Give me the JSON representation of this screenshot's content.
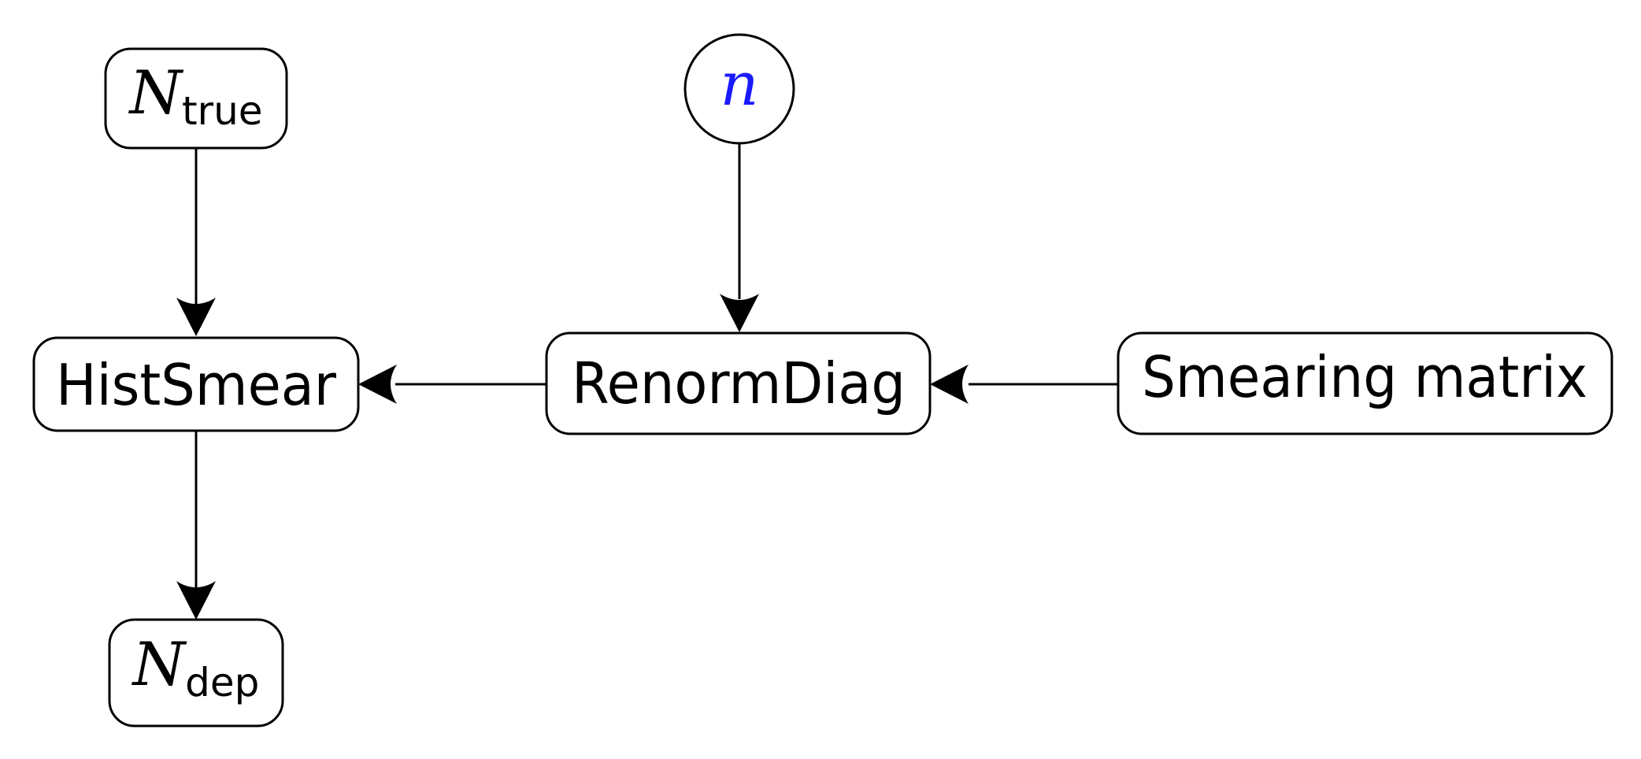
{
  "nodes": {
    "n_true": {
      "symbol": "N",
      "subscript": "true"
    },
    "n_param": {
      "symbol": "n"
    },
    "hist_smear": {
      "label": "HistSmear"
    },
    "renorm_diag": {
      "label": "RenormDiag"
    },
    "smearing_matrix": {
      "label": "Smearing matrix"
    },
    "n_dep": {
      "symbol": "N",
      "subscript": "dep"
    }
  },
  "colors": {
    "stroke": "#000000",
    "text": "#000000",
    "parameter_text": "#1a1aff",
    "background": "#ffffff"
  }
}
